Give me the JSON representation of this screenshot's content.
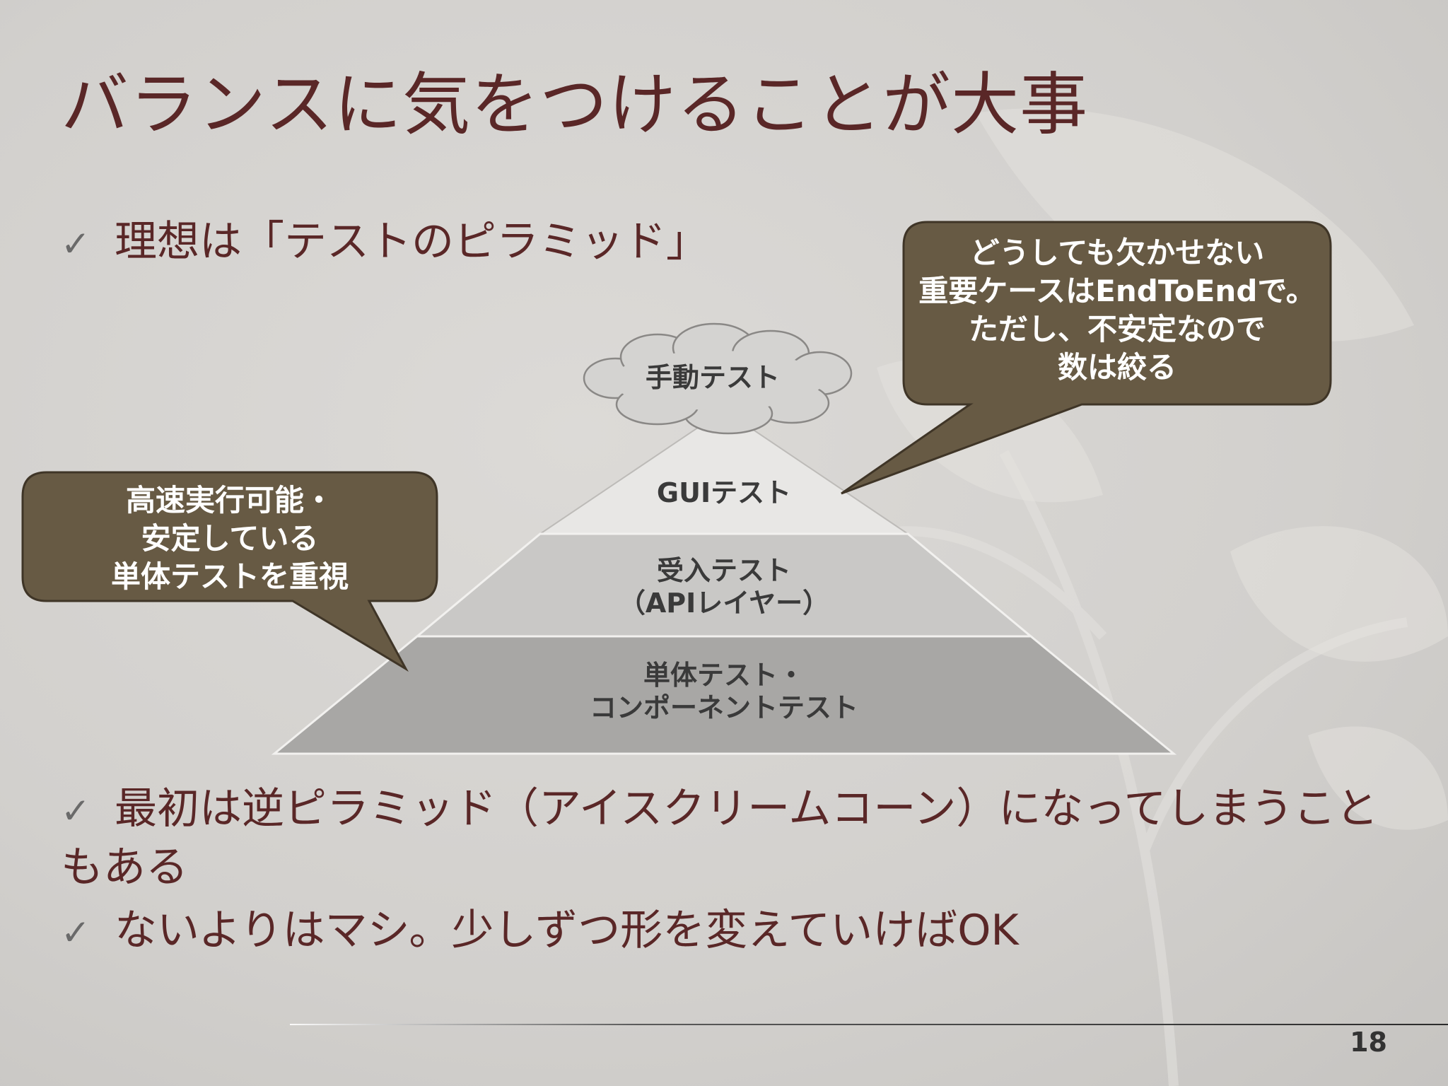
{
  "slide": {
    "title": "バランスに気をつけることが大事",
    "page_number": "18",
    "check_symbol": "✓"
  },
  "bullets": [
    "理想は「テストのピラミッド」",
    "最初は逆ピラミッド（アイスクリームコーン）になってしまうこともある",
    "ないよりはマシ。少しずつ形を変えていけばOK"
  ],
  "pyramid": {
    "cloud_label": "手動テスト",
    "levels": [
      {
        "lines": [
          "GUIテスト"
        ]
      },
      {
        "lines": [
          "受入テスト",
          "（APIレイヤー）"
        ]
      },
      {
        "lines": [
          "単体テスト・",
          "コンポーネントテスト"
        ]
      }
    ]
  },
  "callouts": {
    "right": {
      "lines": [
        "どうしても欠かせない",
        "重要ケースはEndToEndで。",
        "ただし、不安定なので",
        "数は絞る"
      ]
    },
    "left": {
      "lines": [
        "高速実行可能・",
        "安定している",
        "単体テストを重視"
      ]
    }
  },
  "colors": {
    "title": "#5a2727",
    "callout_fill": "#675a44",
    "callout_stroke": "#3f3527",
    "pyramid_top": "#e8e7e5",
    "pyramid_middle": "#c9c8c6",
    "pyramid_bottom": "#a8a7a5"
  }
}
